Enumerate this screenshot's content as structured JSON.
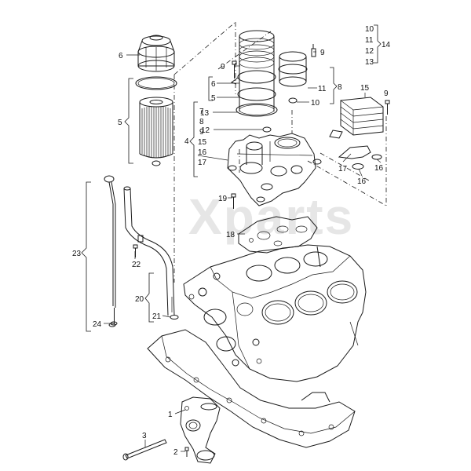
{
  "watermark": "Xparts",
  "labels": {
    "l1": "1",
    "l2": "2",
    "l3": "3",
    "l4": "4",
    "l5": "5",
    "l6a": "6",
    "l6b": "6",
    "l5b": "5",
    "l7": "7",
    "l8a": "8",
    "l8b": "8",
    "l9a": "9",
    "l9b": "9",
    "l9c": "9",
    "l9d": "9",
    "l10a": "10",
    "l10b": "10",
    "l11a": "11",
    "l11b": "11",
    "l12a": "12",
    "l12b": "12",
    "l13a": "13",
    "l13b": "13",
    "l14": "14",
    "l15a": "15",
    "l15b": "15",
    "l16a": "16",
    "l16b": "16",
    "l16c": "16",
    "l17a": "17",
    "l17b": "17",
    "l18": "18",
    "l19": "19",
    "l20": "20",
    "l21": "21",
    "l22": "22",
    "l23": "23",
    "l24": "24"
  }
}
